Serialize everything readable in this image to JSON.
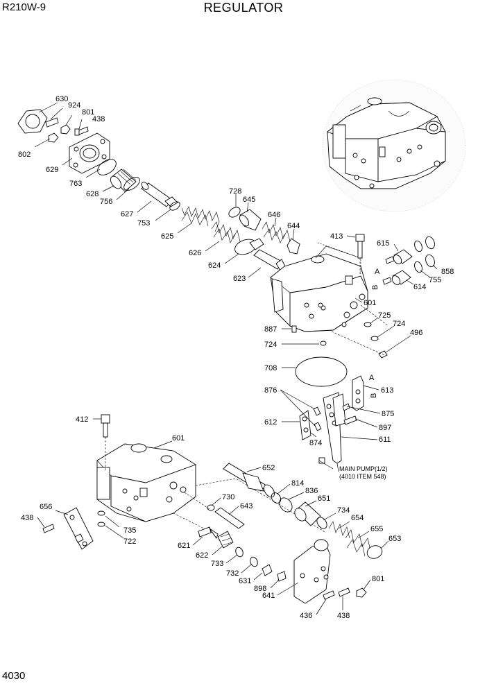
{
  "header": {
    "model": "R210W-9",
    "title": "REGULATOR"
  },
  "page_number": "4030",
  "note": {
    "line1": "MAIN PUMP(1/2)",
    "line2": "(4010 ITEM 548)"
  },
  "callouts": {
    "c630": "630",
    "c924": "924",
    "c801a": "801",
    "c438a": "438",
    "c802": "802",
    "c629": "629",
    "c763": "763",
    "c628": "628",
    "c756": "756",
    "c627": "627",
    "c753": "753",
    "c625": "625",
    "c728": "728",
    "c645": "645",
    "c646": "646",
    "c644": "644",
    "c626": "626",
    "c624": "624",
    "c623": "623",
    "c413": "413",
    "c615": "615",
    "c858": "858",
    "c755": "755",
    "c614": "614",
    "c601a": "601",
    "c725": "725",
    "c724a": "724",
    "c887": "887",
    "c724b": "724",
    "c496": "496",
    "c708": "708",
    "c876": "876",
    "c613": "613",
    "c875": "875",
    "c897": "897",
    "c612": "612",
    "c874": "874",
    "c611": "611",
    "c412": "412",
    "c601b": "601",
    "c652": "652",
    "c814": "814",
    "c836": "836",
    "c651": "651",
    "c656": "656",
    "c438b": "438",
    "c730": "730",
    "c643": "643",
    "c735": "735",
    "c722": "722",
    "c734": "734",
    "c654": "654",
    "c655": "655",
    "c653": "653",
    "c621": "621",
    "c622": "622",
    "c733": "733",
    "c732": "732",
    "c631": "631",
    "c898": "898",
    "c641": "641",
    "c801b": "801",
    "c436": "436",
    "c438c": "438",
    "markA1": "A",
    "markB1": "B",
    "markA2": "A",
    "markB2": "B"
  }
}
